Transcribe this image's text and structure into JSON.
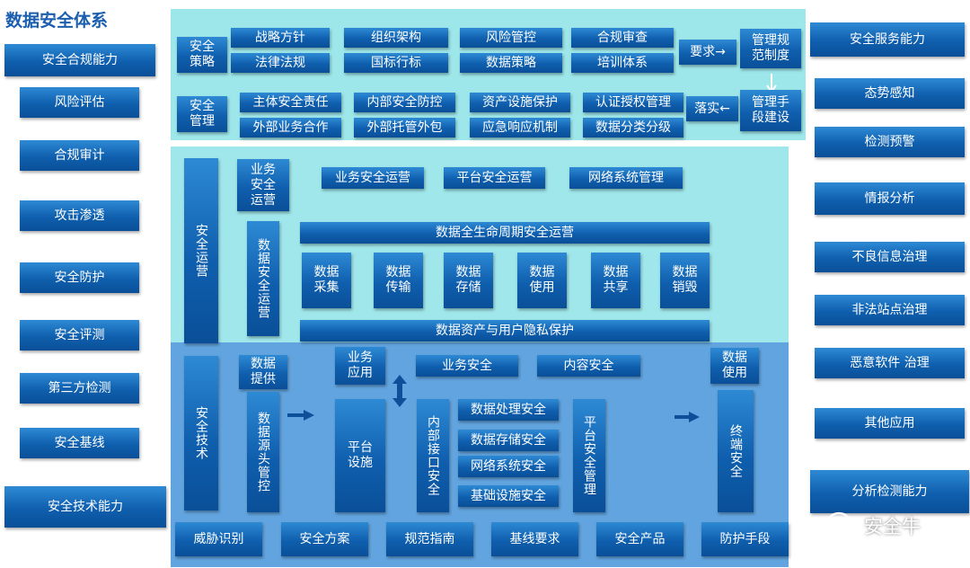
{
  "title": "数据安全体系",
  "left_column": {
    "header": "安全合规能力",
    "items": [
      "风险评估",
      "合规审计",
      "攻击渗透",
      "安全防护",
      "安全评测",
      "第三方检测",
      "安全基线"
    ],
    "footer": "安全技术能力"
  },
  "right_column": {
    "header": "安全服务能力",
    "items": [
      "态势感知",
      "检测预警",
      "情报分析",
      "不良信息治理",
      "非法站点治理",
      "恶意软件 治理",
      "其他应用"
    ],
    "footer": "分析检测能力"
  },
  "policy": {
    "label": "安全\n策略",
    "row1": [
      "战略方针",
      "组织架构",
      "风险管控",
      "合规审查"
    ],
    "row2": [
      "法律法规",
      "国标行标",
      "数据策略",
      "培训体系"
    ],
    "require": "要求→",
    "system": "管理规\n范制度"
  },
  "management": {
    "label": "安全\n管理",
    "row1": [
      "主体安全责任",
      "内部安全防控",
      "资产设施保护",
      "认证授权管理"
    ],
    "row2": [
      "外部业务合作",
      "外部托管外包",
      "应急响应机制",
      "数据分类分级"
    ],
    "implement": "落实←",
    "build": "管理手\n段建设"
  },
  "operations": {
    "label": "安全运营",
    "business_ops": "业务\n安全\n运营",
    "top_buttons": [
      "业务安全运营",
      "平台安全运营",
      "网络系统管理"
    ],
    "data_ops": "数据安全运营",
    "lifecycle": "数据全生命周期安全运营",
    "stages": [
      "数据\n采集",
      "数据\n传输",
      "数据\n存储",
      "数据\n使用",
      "数据\n共享",
      "数据\n销毁"
    ],
    "privacy": "数据资产与用户隐私保护"
  },
  "technology": {
    "label": "安全技术",
    "data_provide": "数据\n提供",
    "source_control": "数据源头管控",
    "business_app": "业务\n应用",
    "business_security": "业务安全",
    "content_security": "内容安全",
    "platform": "平台\n设施",
    "internal_interface": "内部接口安全",
    "stack": [
      "数据处理安全",
      "数据存储安全",
      "网络系统安全",
      "基础设施安全"
    ],
    "platform_mgmt": "平台安全管理",
    "data_use": "数据\n使用",
    "terminal": "终端安全"
  },
  "bottom_row": [
    "威胁识别",
    "安全方案",
    "规范指南",
    "基线要求",
    "安全产品",
    "防护手段"
  ],
  "watermark": "安全牛",
  "colors": {
    "panel_top": "#9de7ea",
    "panel_bottom": "#62a4df",
    "button": "#0f5fae",
    "title": "#1b5eae"
  }
}
